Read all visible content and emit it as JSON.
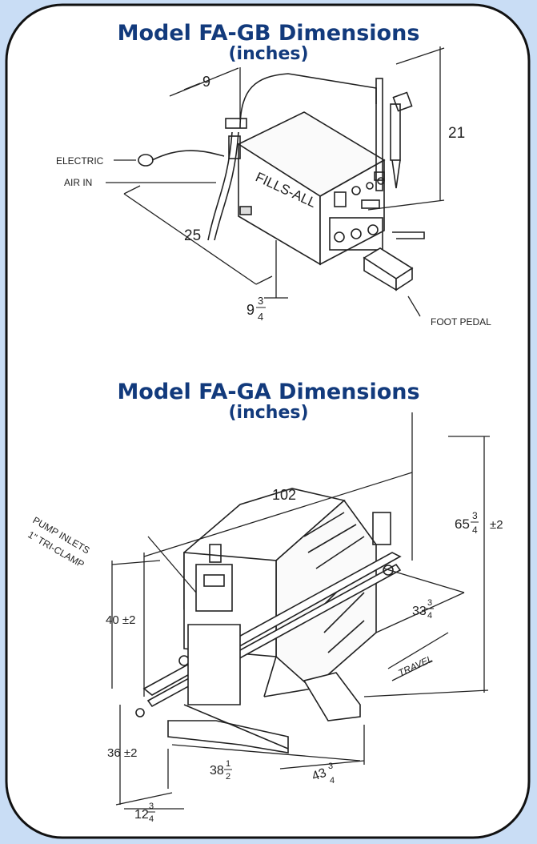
{
  "fa_gb": {
    "title": "Model FA-GB Dimensions",
    "subtitle": "(inches)",
    "dim_top": "9",
    "dim_height": "21",
    "dim_depth": "25",
    "dim_table_whole": "9",
    "dim_table_num": "3",
    "dim_table_den": "4",
    "label_electric": "ELECTRIC",
    "label_air": "AIR IN",
    "label_foot": "FOOT PEDAL",
    "brand": "FILLS-ALL"
  },
  "fa_ga": {
    "title": "Model FA-GA Dimensions",
    "subtitle": "(inches)",
    "dim_length": "102",
    "dim_height_whole": "65",
    "dim_height_num": "3",
    "dim_height_den": "4",
    "dim_height_tol": "±2",
    "dim_width_whole": "33",
    "dim_width_num": "3",
    "dim_width_den": "4",
    "dim_conveyor": "40 ±2",
    "dim_base": "36 ±2",
    "dim_38_whole": "38",
    "dim_38_num": "1",
    "dim_38_den": "2",
    "dim_43_whole": "43",
    "dim_43_num": "3",
    "dim_43_den": "4",
    "dim_12_whole": "12",
    "dim_12_num": "3",
    "dim_12_den": "4",
    "label_pump_1": "PUMP INLETS",
    "label_pump_2": "1\" TRI-CLAMP",
    "label_travel": "TRAVEL"
  }
}
